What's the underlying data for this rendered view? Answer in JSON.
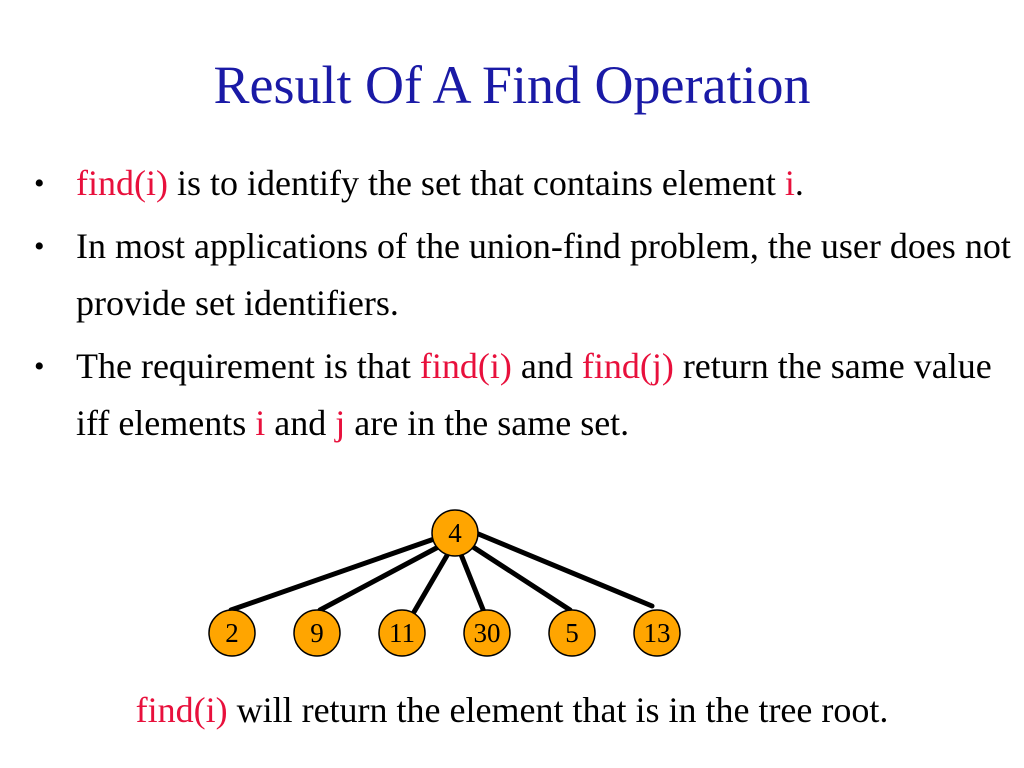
{
  "slide": {
    "title": "Result Of A Find Operation",
    "bullets": [
      {
        "segments": [
          {
            "text": "find(i)",
            "color": "#e8103c"
          },
          {
            "text": " is to identify the set that contains element ",
            "color": "#000000"
          },
          {
            "text": "i",
            "color": "#e8103c"
          },
          {
            "text": ".",
            "color": "#000000"
          }
        ]
      },
      {
        "segments": [
          {
            "text": "In most applications of the union-find problem, the user does not provide set identifiers.",
            "color": "#000000"
          }
        ]
      },
      {
        "segments": [
          {
            "text": "The requirement is that ",
            "color": "#000000"
          },
          {
            "text": "find(i)",
            "color": "#e8103c"
          },
          {
            "text": " and ",
            "color": "#000000"
          },
          {
            "text": "find(j)",
            "color": "#e8103c"
          },
          {
            "text": " return the same value iff elements ",
            "color": "#000000"
          },
          {
            "text": "i",
            "color": "#e8103c"
          },
          {
            "text": " and ",
            "color": "#000000"
          },
          {
            "text": "j",
            "color": "#e8103c"
          },
          {
            "text": " are in the same set.",
            "color": "#000000"
          }
        ]
      }
    ],
    "tree": {
      "root": "4",
      "children": [
        "2",
        "9",
        "11",
        "30",
        "5",
        "13"
      ],
      "node_fill": "#ffa500",
      "node_stroke": "#000000"
    },
    "footer": {
      "highlight": "find(i)",
      "text": " will return the element that is in the tree root."
    }
  }
}
